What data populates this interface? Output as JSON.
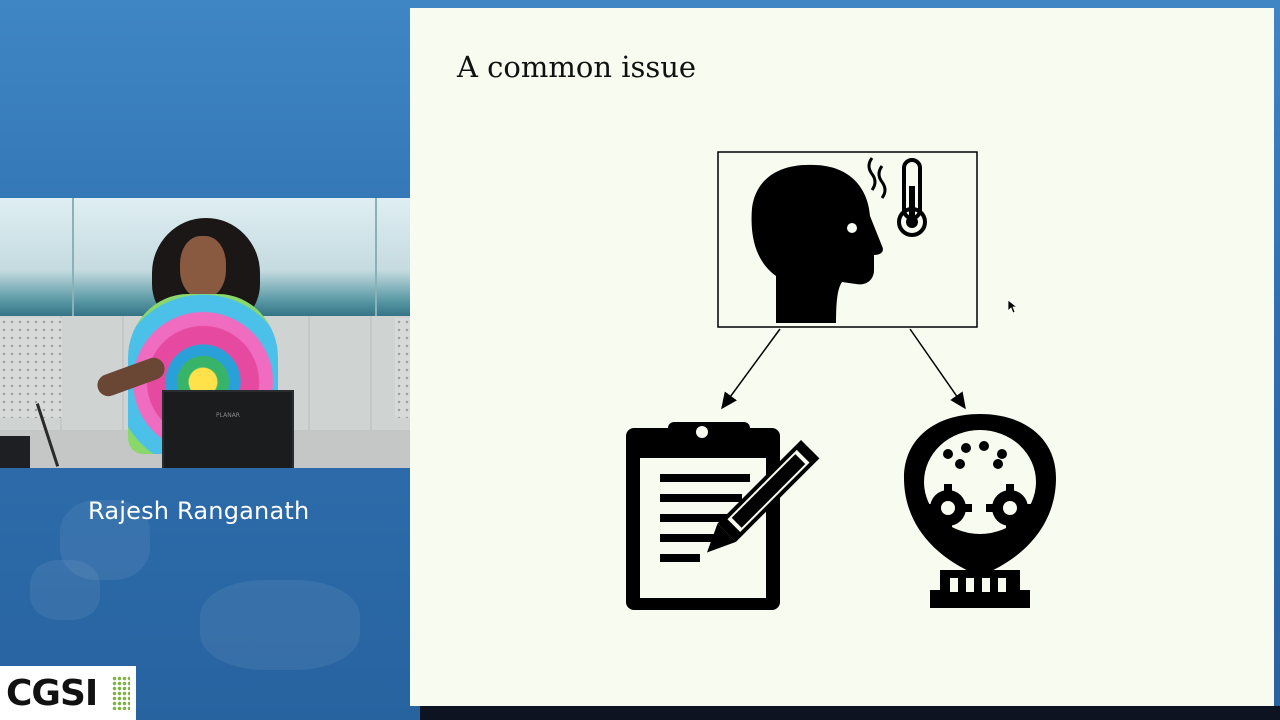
{
  "speaker": {
    "name": "Rajesh Ranganath"
  },
  "logo": {
    "text": "CGSI"
  },
  "camera": {
    "monitor_brand": "PLANAR"
  },
  "slide": {
    "title": "A common issue",
    "diagram": {
      "nodes": [
        {
          "icon": "sick-head-thermometer-icon"
        },
        {
          "icon": "clipboard-pencil-icon"
        },
        {
          "icon": "sugar-skull-icon"
        }
      ]
    }
  },
  "colors": {
    "background": "#2f6fb0",
    "slide": "#f8fbef",
    "ink": "#000000"
  }
}
